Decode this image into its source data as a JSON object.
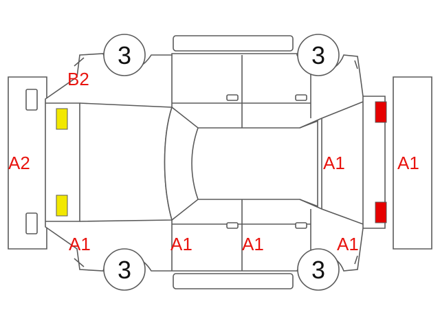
{
  "colors": {
    "outline": "#5a5a5a",
    "damage_text": "#e8140f",
    "front_lamp": "#f2e800",
    "rear_lamp": "#e60000"
  },
  "tires": {
    "rear_left": "3",
    "front_left": "3",
    "rear_right": "3",
    "front_right": "3"
  },
  "damage_codes": {
    "rear_left_quarter": "B2",
    "rear_bumper": "A2",
    "rear_right_corner": "A1",
    "rear_right_door": "A1",
    "front_right_door": "A1",
    "front_right_corner": "A1",
    "windshield": "A1",
    "front_bumper": "A1"
  },
  "lamps": {
    "rear_left": "yellow",
    "rear_right": "yellow",
    "front_left": "red",
    "front_right": "red"
  }
}
